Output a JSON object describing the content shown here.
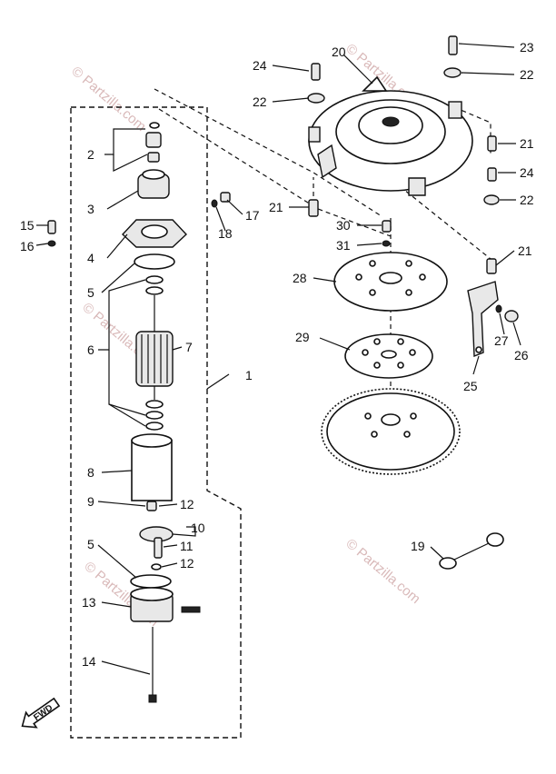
{
  "callouts": {
    "c1": "1",
    "c2": "2",
    "c3": "3",
    "c4": "4",
    "c5a": "5",
    "c5b": "5",
    "c6": "6",
    "c7": "7",
    "c8": "8",
    "c9": "9",
    "c10": "10",
    "c11": "11",
    "c12a": "12",
    "c12b": "12",
    "c13": "13",
    "c14": "14",
    "c15": "15",
    "c16": "16",
    "c17": "17",
    "c18": "18",
    "c19": "19",
    "c20": "20",
    "c21a": "21",
    "c21b": "21",
    "c21c": "21",
    "c22a": "22",
    "c22b": "22",
    "c22c": "22",
    "c23": "23",
    "c24a": "24",
    "c24b": "24",
    "c25": "25",
    "c26": "26",
    "c27": "27",
    "c28": "28",
    "c29": "29",
    "c30": "30",
    "c31": "31"
  },
  "watermarks": {
    "w1": "© Partzilla.com",
    "w2": "© Partzilla.com",
    "w3": "© Partzilla.com",
    "w4": "© Partzilla.com",
    "w5": "© Partzilla.com"
  },
  "fwd_label": "FWD",
  "colors": {
    "ink": "#111111",
    "watermark": "#d9b9b9",
    "paper": "#ffffff"
  }
}
